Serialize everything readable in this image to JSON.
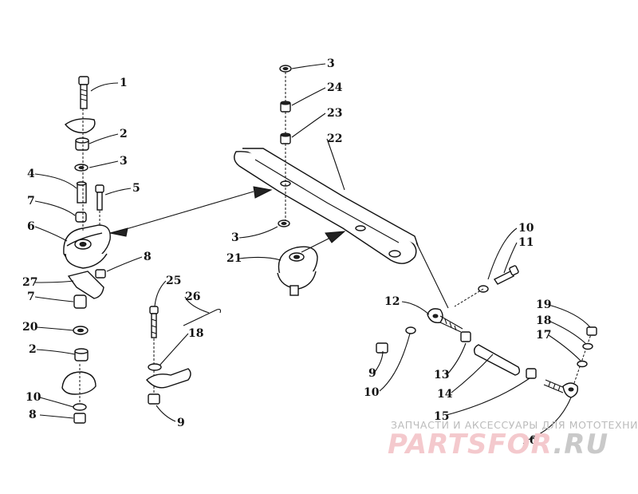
{
  "callouts": [
    {
      "id": "c1",
      "text": "1"
    },
    {
      "id": "c2a",
      "text": "2"
    },
    {
      "id": "c3a",
      "text": "3"
    },
    {
      "id": "c4",
      "text": "4"
    },
    {
      "id": "c5",
      "text": "5"
    },
    {
      "id": "c7a",
      "text": "7"
    },
    {
      "id": "c6",
      "text": "6"
    },
    {
      "id": "c8a",
      "text": "8"
    },
    {
      "id": "c27",
      "text": "27"
    },
    {
      "id": "c7b",
      "text": "7"
    },
    {
      "id": "c20",
      "text": "20"
    },
    {
      "id": "c2b",
      "text": "2"
    },
    {
      "id": "c10a",
      "text": "10"
    },
    {
      "id": "c8b",
      "text": "8"
    },
    {
      "id": "c25",
      "text": "25"
    },
    {
      "id": "c26",
      "text": "26"
    },
    {
      "id": "c18a",
      "text": "18"
    },
    {
      "id": "c9a",
      "text": "9"
    },
    {
      "id": "c3b",
      "text": "3"
    },
    {
      "id": "c24",
      "text": "24"
    },
    {
      "id": "c23",
      "text": "23"
    },
    {
      "id": "c22",
      "text": "22"
    },
    {
      "id": "c3c",
      "text": "3"
    },
    {
      "id": "c21",
      "text": "21"
    },
    {
      "id": "c10b",
      "text": "10"
    },
    {
      "id": "c11",
      "text": "11"
    },
    {
      "id": "c12",
      "text": "12"
    },
    {
      "id": "c19",
      "text": "19"
    },
    {
      "id": "c18b",
      "text": "18"
    },
    {
      "id": "c17",
      "text": "17"
    },
    {
      "id": "c9b",
      "text": "9"
    },
    {
      "id": "c10c",
      "text": "10"
    },
    {
      "id": "c13",
      "text": "13"
    },
    {
      "id": "c14",
      "text": "14"
    },
    {
      "id": "c15",
      "text": "15"
    },
    {
      "id": "c16",
      "text": "16"
    }
  ],
  "watermark": {
    "tagline": "ЗАПЧАСТИ И АКСЕССУАРЫ ДЛЯ МОТОТЕХНИКИ",
    "brand_main": "PARTSFOR",
    "brand_suffix": ".RU",
    "color_main": "#f4c9cd",
    "color_suffix": "#c9c9c9"
  }
}
